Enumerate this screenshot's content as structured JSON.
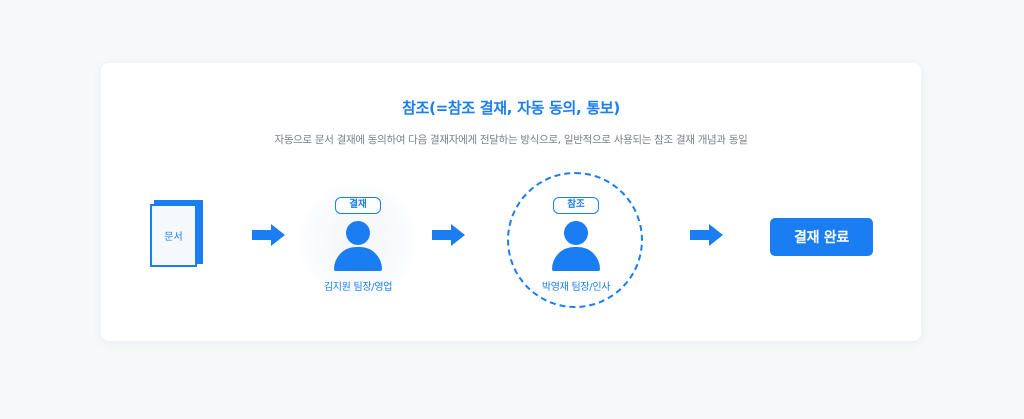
{
  "diagram": {
    "title": "참조(=참조 결재, 자동 동의, 통보)",
    "subtitle": "자동으로 문서 결재에 동의하여 다음 결재자에게 전달하는 방식으로, 일반적으로 사용되는 참조 결재 개념과 동일",
    "document": {
      "label": "문서",
      "icon": "document-icon"
    },
    "nodes": [
      {
        "badge": "결재",
        "label": "김지원 팀장/영업",
        "style": "halo"
      },
      {
        "badge": "참조",
        "label": "박영재 팀장/인사",
        "style": "dashed-circle"
      }
    ],
    "end": {
      "label": "결재 완료"
    },
    "colors": {
      "accent": "#1a7ef2",
      "subtitle": "#7a7f87",
      "background": "#f7f8fa",
      "card": "#ffffff"
    }
  }
}
